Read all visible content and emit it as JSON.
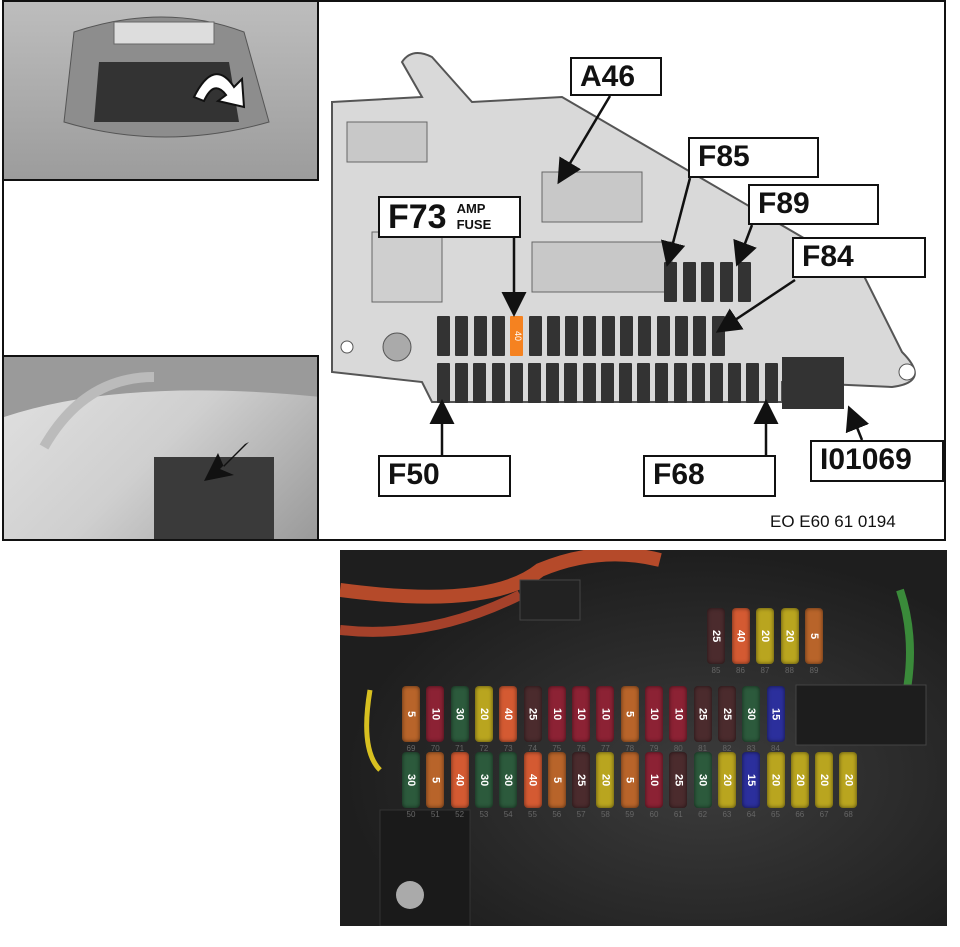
{
  "diagram": {
    "labels": {
      "a46": "A46",
      "f85": "F85",
      "f89": "F89",
      "f84": "F84",
      "f73": "F73",
      "f73_note_1": "AMP",
      "f73_note_2": "FUSE",
      "f50": "F50",
      "f68": "F68",
      "i01069": "I01069"
    },
    "caption": "EO E60 61 0194",
    "highlight_fuse": {
      "id": "F73",
      "rating": "40",
      "color": "#f58220"
    },
    "top_row_count": 16,
    "bottom_row_count": 19,
    "upper_group_count": 5,
    "highlight_index": 4
  },
  "photo": {
    "upper_group": [
      {
        "n": "85",
        "a": "25"
      },
      {
        "n": "86",
        "a": "40"
      },
      {
        "n": "87",
        "a": "20"
      },
      {
        "n": "88",
        "a": "20"
      },
      {
        "n": "89",
        "a": "5"
      }
    ],
    "top_row": [
      {
        "n": "69",
        "a": "5"
      },
      {
        "n": "70",
        "a": "10"
      },
      {
        "n": "71",
        "a": "30"
      },
      {
        "n": "72",
        "a": "20"
      },
      {
        "n": "73",
        "a": "40"
      },
      {
        "n": "74",
        "a": "25"
      },
      {
        "n": "75",
        "a": "10"
      },
      {
        "n": "76",
        "a": "10"
      },
      {
        "n": "77",
        "a": "10"
      },
      {
        "n": "78",
        "a": "5"
      },
      {
        "n": "79",
        "a": "10"
      },
      {
        "n": "80",
        "a": "10"
      },
      {
        "n": "81",
        "a": "25"
      },
      {
        "n": "82",
        "a": "25"
      },
      {
        "n": "83",
        "a": "30"
      },
      {
        "n": "84",
        "a": "15"
      }
    ],
    "bottom_row": [
      {
        "n": "50",
        "a": "30"
      },
      {
        "n": "51",
        "a": "5"
      },
      {
        "n": "52",
        "a": "40"
      },
      {
        "n": "53",
        "a": "30"
      },
      {
        "n": "54",
        "a": "30"
      },
      {
        "n": "55",
        "a": "40"
      },
      {
        "n": "56",
        "a": "5"
      },
      {
        "n": "57",
        "a": "25"
      },
      {
        "n": "58",
        "a": "20"
      },
      {
        "n": "59",
        "a": "5"
      },
      {
        "n": "60",
        "a": "10"
      },
      {
        "n": "61",
        "a": "25"
      },
      {
        "n": "62",
        "a": "30"
      },
      {
        "n": "63",
        "a": "20"
      },
      {
        "n": "64",
        "a": "15"
      },
      {
        "n": "65",
        "a": "20"
      },
      {
        "n": "66",
        "a": "20"
      },
      {
        "n": "67",
        "a": "20"
      },
      {
        "n": "68",
        "a": "20"
      }
    ],
    "rating_colors": {
      "5": "#b8642a",
      "10": "#8c2234",
      "15": "#2b2f9c",
      "20": "#b9a51f",
      "25": "#4b2b2d",
      "30": "#2c5a3c",
      "40": "#d45a32"
    }
  }
}
